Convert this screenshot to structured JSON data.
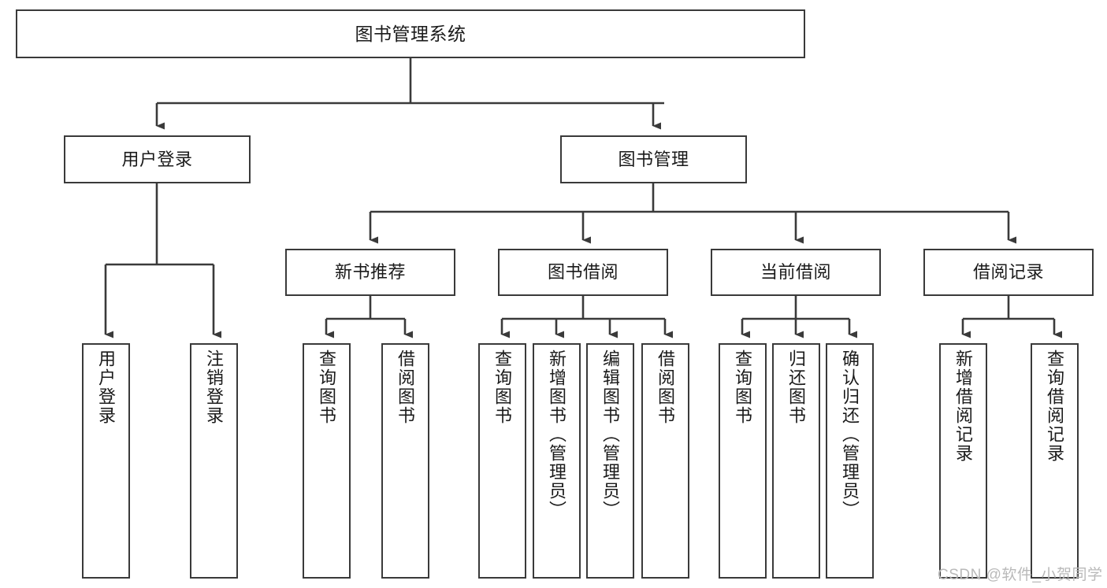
{
  "diagram": {
    "title": "图书管理系统",
    "type": "functional-structure-tree",
    "stroke_color": "#3a3a3a",
    "fill_color": "#ffffff",
    "text_color": "#1a1a1a",
    "watermark": "CSDN @软件_小贺同学",
    "levels": {
      "level1": [
        {
          "id": "root",
          "label": "图书管理系统"
        }
      ],
      "level2": [
        {
          "id": "user-login",
          "label": "用户登录",
          "parent": "root"
        },
        {
          "id": "book-manage",
          "label": "图书管理",
          "parent": "root"
        }
      ],
      "level3": [
        {
          "id": "new-book-rec",
          "label": "新书推荐",
          "parent": "book-manage"
        },
        {
          "id": "book-borrow",
          "label": "图书借阅",
          "parent": "book-manage"
        },
        {
          "id": "current-borrow",
          "label": "当前借阅",
          "parent": "book-manage"
        },
        {
          "id": "borrow-record",
          "label": "借阅记录",
          "parent": "book-manage"
        }
      ],
      "leaves": [
        {
          "id": "leaf-user-login",
          "label": "用户登录",
          "parent": "user-login"
        },
        {
          "id": "leaf-logout",
          "label": "注销登录",
          "parent": "user-login"
        },
        {
          "id": "leaf-query-book-1",
          "label": "查询图书",
          "parent": "new-book-rec"
        },
        {
          "id": "leaf-borrow-book-1",
          "label": "借阅图书",
          "parent": "new-book-rec"
        },
        {
          "id": "leaf-query-book-2",
          "label": "查询图书",
          "parent": "book-borrow"
        },
        {
          "id": "leaf-add-book",
          "label": "新增图书（管理员）",
          "parent": "book-borrow"
        },
        {
          "id": "leaf-edit-book",
          "label": "编辑图书（管理员）",
          "parent": "book-borrow"
        },
        {
          "id": "leaf-borrow-book-2",
          "label": "借阅图书",
          "parent": "book-borrow"
        },
        {
          "id": "leaf-query-book-3",
          "label": "查询图书",
          "parent": "current-borrow"
        },
        {
          "id": "leaf-return-book",
          "label": "归还图书",
          "parent": "current-borrow"
        },
        {
          "id": "leaf-confirm-return",
          "label": "确认归还（管理员）",
          "parent": "current-borrow"
        },
        {
          "id": "leaf-add-record",
          "label": "新增借阅记录",
          "parent": "borrow-record"
        },
        {
          "id": "leaf-query-record",
          "label": "查询借阅记录",
          "parent": "borrow-record"
        }
      ]
    }
  }
}
